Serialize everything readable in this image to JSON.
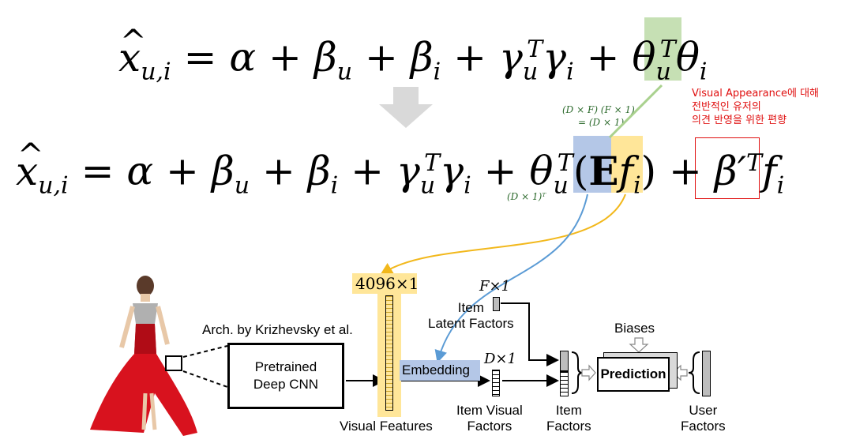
{
  "equation_top": "x̂_{u,i} = α + β_u + β_i + γ_u^T γ_i + θ_u^T θ_i",
  "equation_bottom": "x̂_{u,i} = α + β_u + β_i + γ_u^T γ_i + θ_u^T (E f_i) + β'^T f_i",
  "annotations": {
    "dim_note_line1": "(D × F) (F × 1)",
    "dim_note_line2": "= (D × 1)",
    "theta_dim": "(D × 1)ᵀ",
    "korean_line1": "Visual Appearance에 대해",
    "korean_line2": "전반적인 유저의",
    "korean_line3": "의견 반영을 위한 편향"
  },
  "colors": {
    "green_highlight": "#c6e0b4",
    "blue_highlight": "#b4c7e7",
    "yellow_highlight": "#ffe699",
    "red_box": "#e01010",
    "green_arrow": "#a9d18e",
    "yellow_arrow": "#f2b81c",
    "blue_arrow": "#5b9bd5",
    "gray_arrow": "#d9d9d9"
  },
  "diagram": {
    "arch_label": "Arch. by Krizhevsky et al.",
    "cnn_box": "Pretrained\nDeep CNN",
    "visual_dim": "4096×1",
    "visual_label": "Visual Features",
    "embedding_label": "Embedding",
    "item_latent_dim": "F×1",
    "item_latent_label": "Item\nLatent Factors",
    "item_visual_dim": "D×1",
    "item_visual_label": "Item Visual\nFactors",
    "item_factors_label": "Item\nFactors",
    "biases_label": "Biases",
    "prediction_label": "Prediction",
    "user_factors_label": "User\nFactors"
  }
}
